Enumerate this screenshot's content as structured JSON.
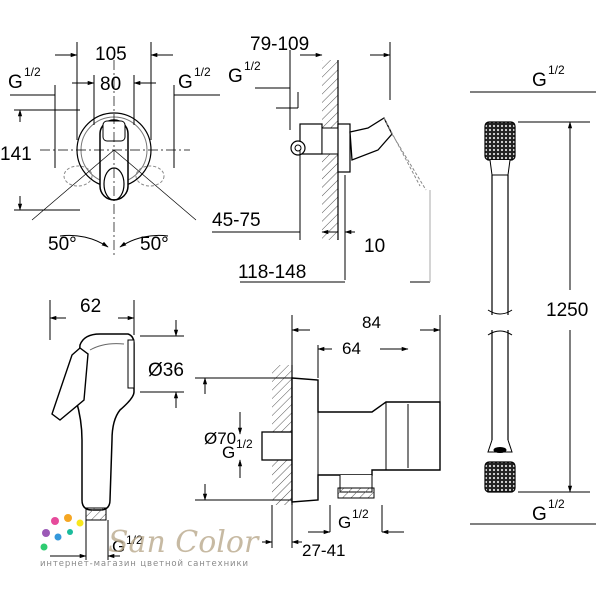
{
  "front_view": {
    "width_outer": "105",
    "width_inner": "80",
    "height": "141",
    "connection_left": "G",
    "connection_left_frac": "1/2",
    "connection_right": "G",
    "connection_right_frac": "1/2",
    "angle_left": "50°",
    "angle_right": "50°"
  },
  "side_view": {
    "depth_range": "79-109",
    "connection": "G",
    "connection_frac": "1/2",
    "install_depth": "45-75",
    "wall_offset": "10",
    "overall_depth": "118-148"
  },
  "hose_view": {
    "top_connection": "G",
    "top_connection_frac": "1/2",
    "length": "1250",
    "bottom_connection": "G",
    "bottom_connection_frac": "1/2"
  },
  "spray_view": {
    "length": "62",
    "diameter": "Ø36",
    "connection": "G",
    "connection_frac": "1/2"
  },
  "elbow_view": {
    "outer_depth": "84",
    "inner_depth": "64",
    "diameter": "Ø70",
    "connection": "G",
    "connection_frac": "1/2",
    "outlet_connection": "G",
    "outlet_connection_frac": "1/2",
    "wall_range": "27-41"
  },
  "watermark": {
    "brand": "San Color",
    "tagline": "интернет-магазин цветной сантехники"
  }
}
